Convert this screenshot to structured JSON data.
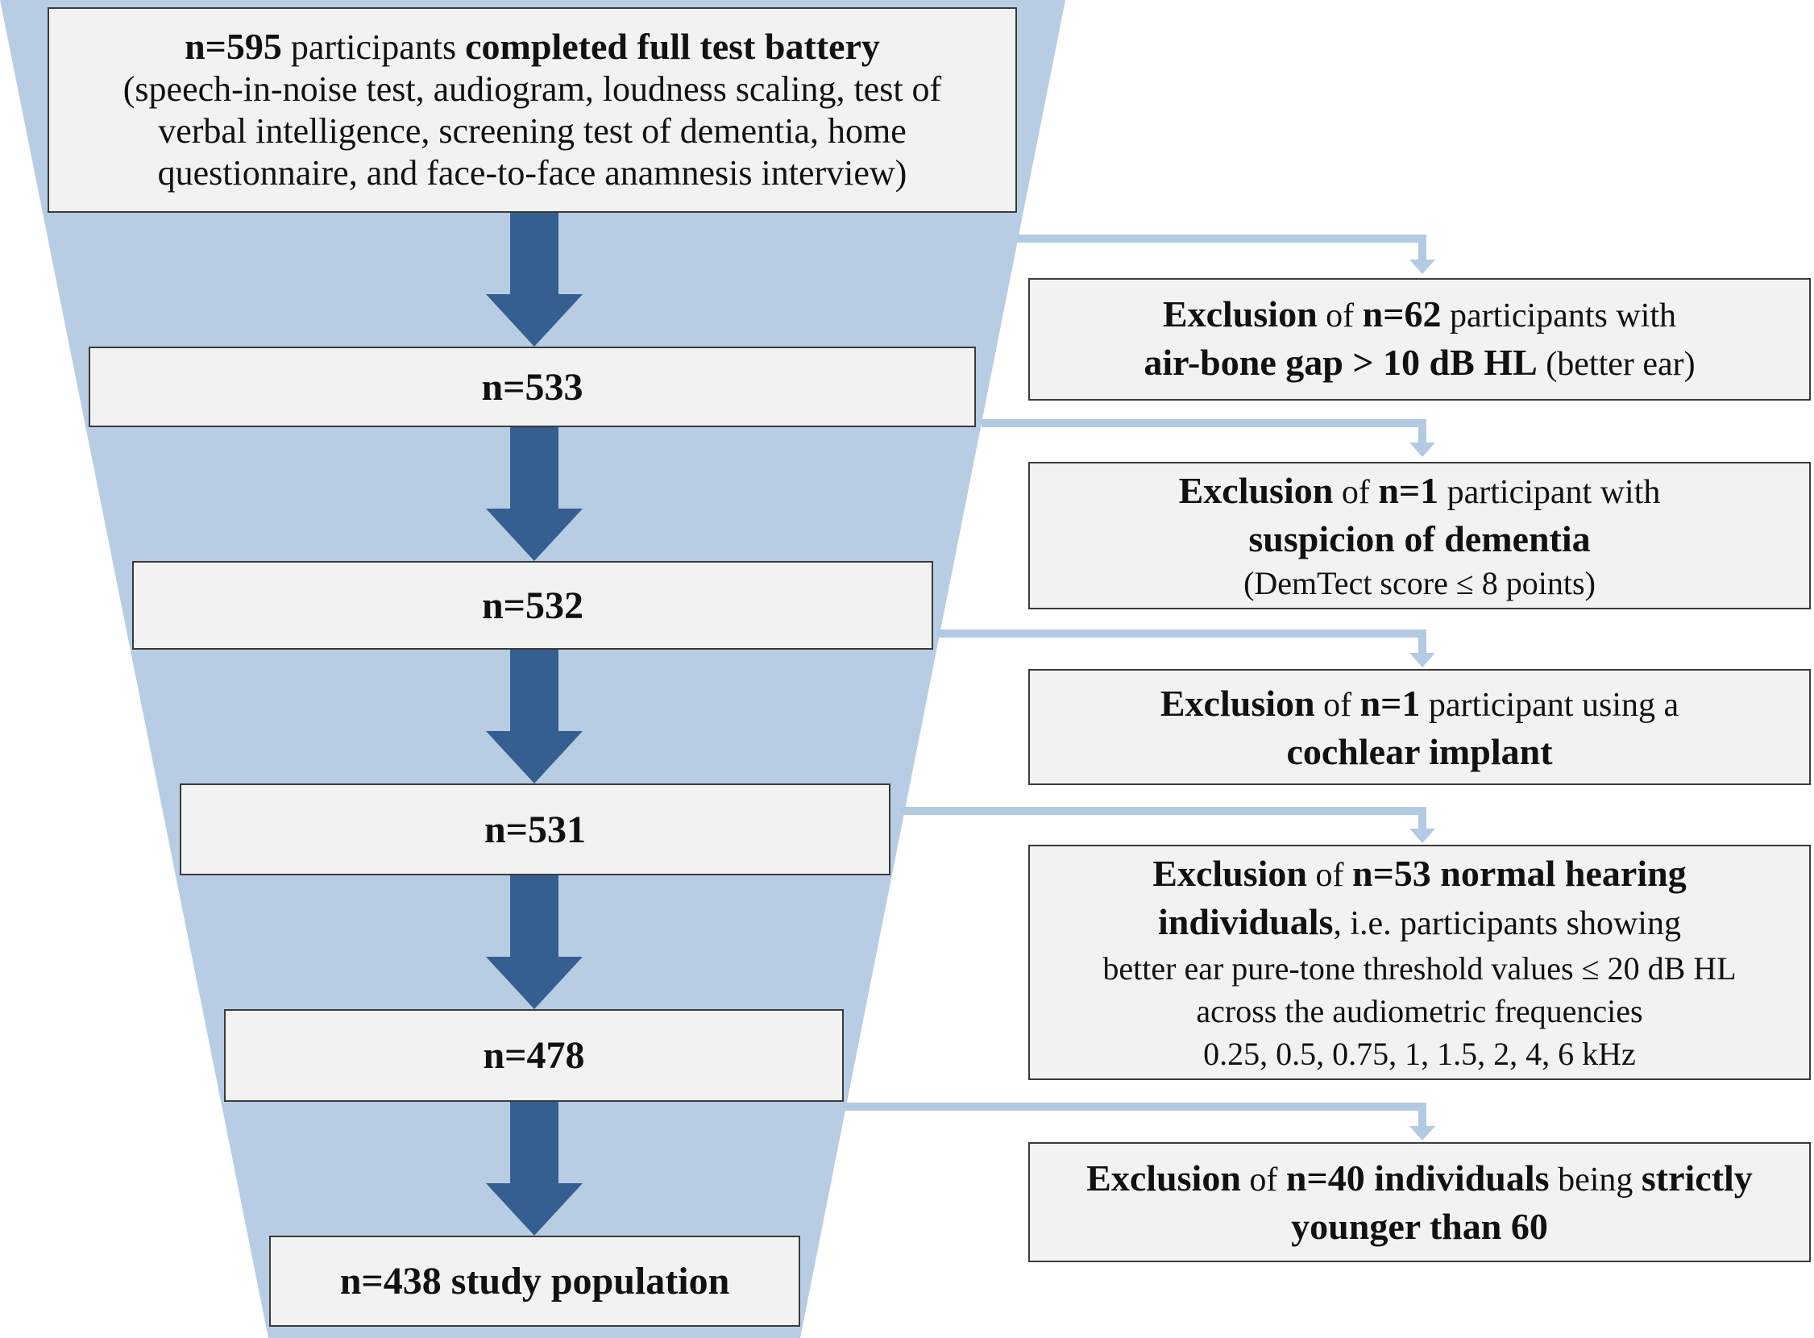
{
  "colors": {
    "funnel": "#b8cde4",
    "main_arrow": "#355e91",
    "side_arrow": "#b3cae3",
    "box_fill": "#f2f2f2",
    "box_border": "#3a3a3a"
  },
  "start": {
    "count": "n=595",
    "t1": " participants ",
    "bold": "completed full test battery",
    "line2": "(speech-in-noise test, audiogram, loudness scaling, test of",
    "line3": "verbal intelligence, screening test of dementia, home",
    "line4": "questionnaire, and face-to-face anamnesis interview)"
  },
  "stages": [
    {
      "label": "n=533"
    },
    {
      "label": "n=532"
    },
    {
      "label": "n=531"
    },
    {
      "label": "n=478"
    },
    {
      "label": "n=438 study population"
    }
  ],
  "exclusions": [
    {
      "w1": "Exclusion",
      "w2": " of ",
      "w3": "n=62",
      "w4": " participants with",
      "w5": "air-bone gap > 10 dB HL",
      "w6": " (better ear)"
    },
    {
      "w1": "Exclusion",
      "w2": " of ",
      "w3": "n=1",
      "w4": " participant with",
      "w5": "suspicion of dementia",
      "w6": "(DemTect score ≤ 8 points)"
    },
    {
      "w1": "Exclusion",
      "w2": " of ",
      "w3": "n=1",
      "w4": " participant using a",
      "w5": "cochlear implant"
    },
    {
      "w1": "Exclusion",
      "w2": " of ",
      "w3": "n=53 normal hearing",
      "w5": "individuals",
      "w6": ", i.e. participants showing",
      "w7": "better ear pure-tone threshold values ≤ 20 dB HL",
      "w8": "across the audiometric frequencies",
      "w9": "0.25, 0.5, 0.75, 1, 1.5, 2, 4, 6 kHz"
    },
    {
      "w1": "Exclusion",
      "w2": " of ",
      "w3": "n=40 individuals",
      "w4": " being ",
      "w5": "strictly",
      "w6": "younger than 60"
    }
  ]
}
